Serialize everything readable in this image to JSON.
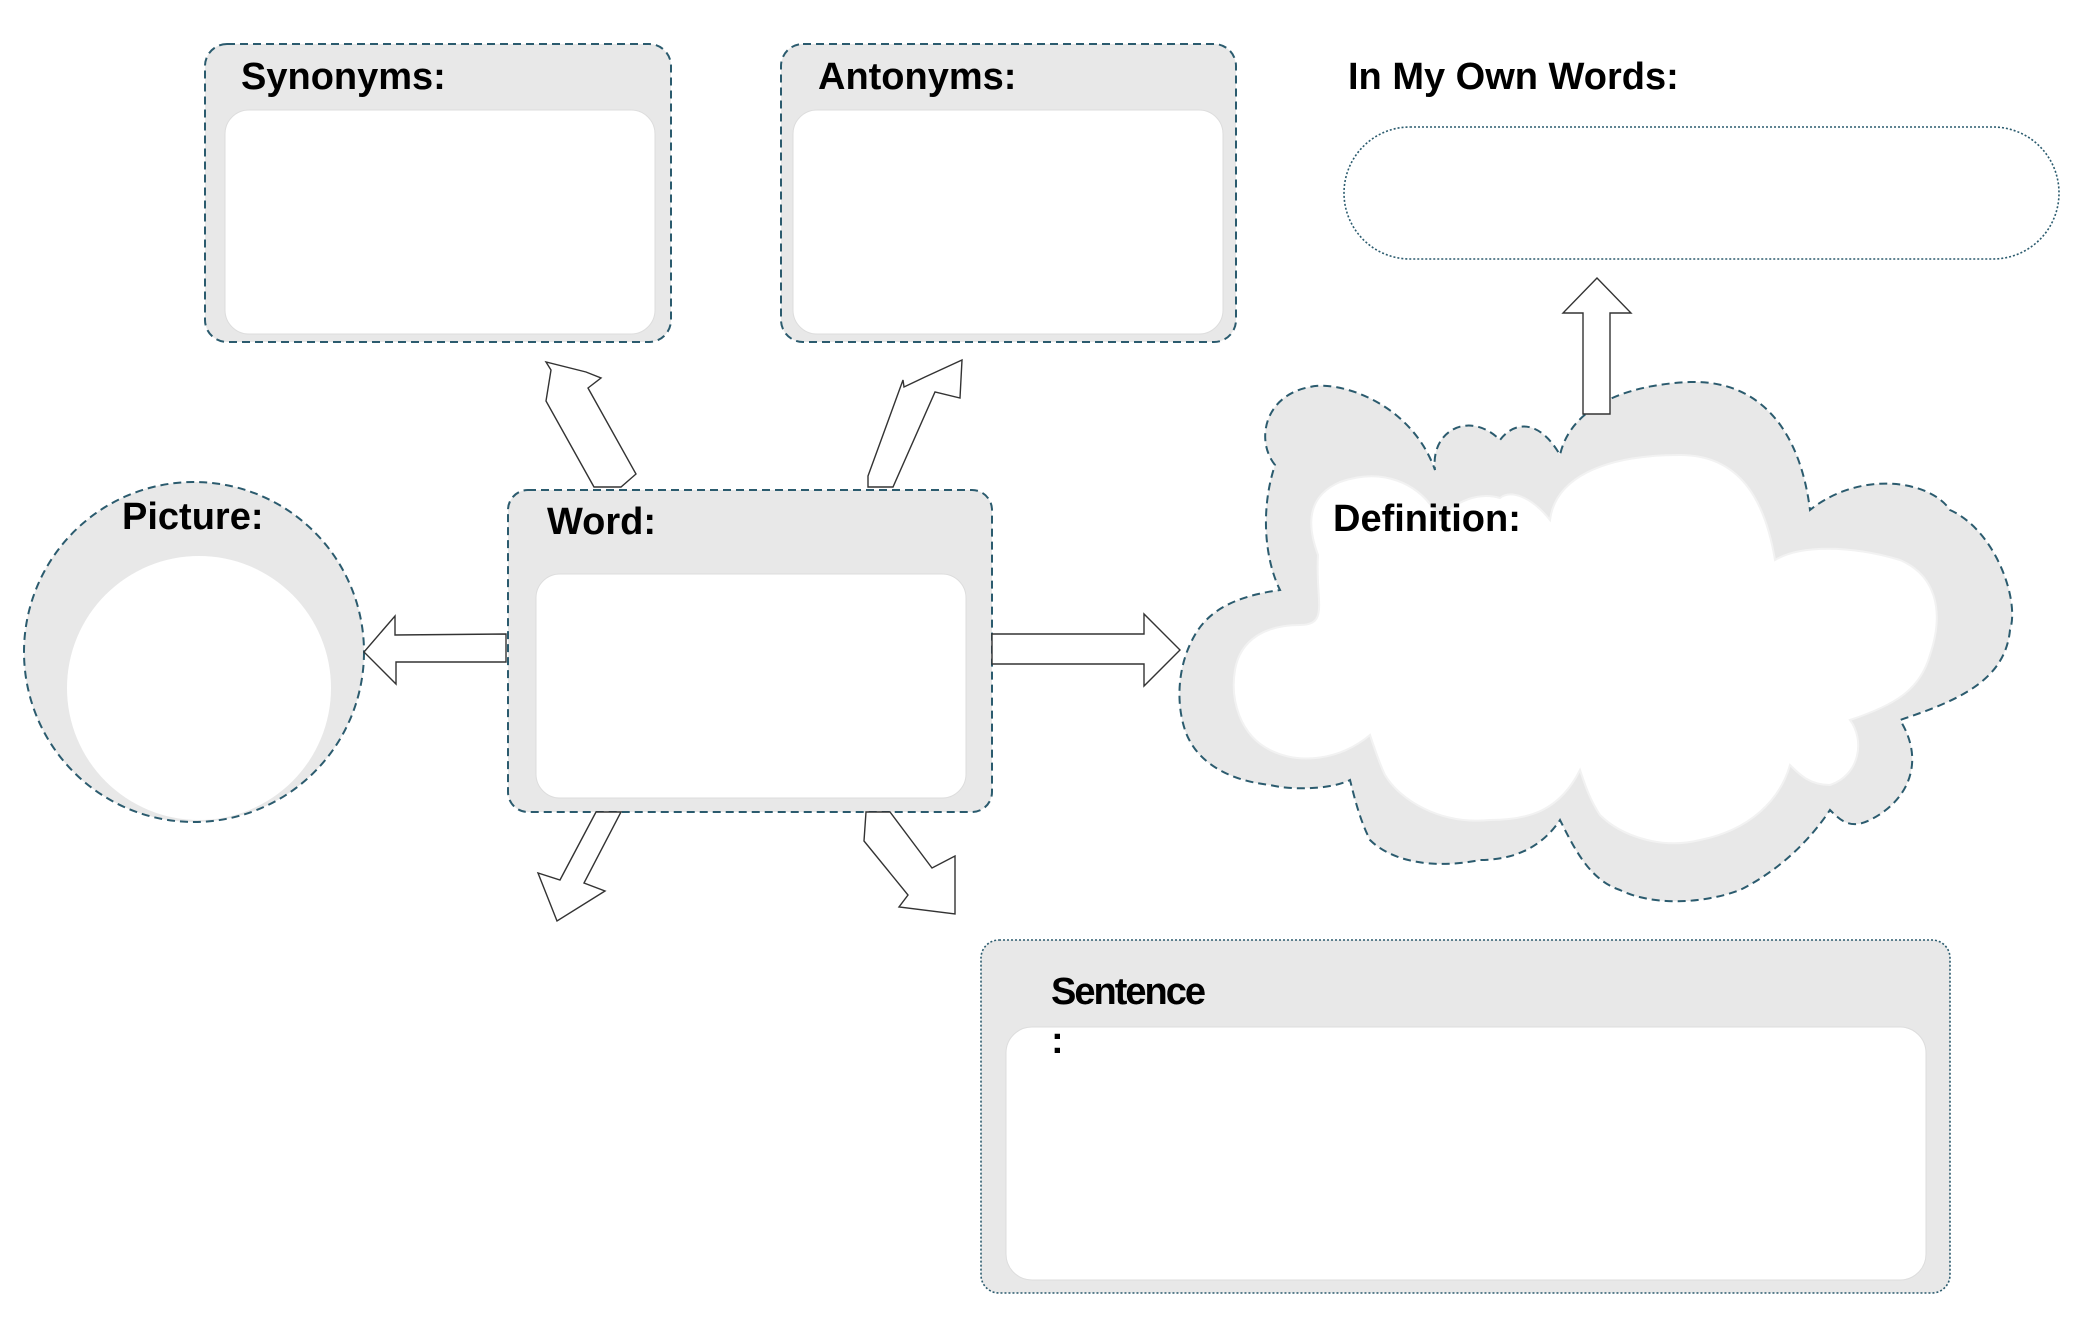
{
  "labels": {
    "synonyms": "Synonyms:",
    "antonyms": "Antonyms:",
    "own_words": "In My Own Words:",
    "picture": "Picture:",
    "word": "Word:",
    "definition": "Definition:",
    "sentence": "Sentence",
    "sentence_colon": ":"
  },
  "colors": {
    "panel_fill": "#e8e8e8",
    "inner_fill": "#ffffff",
    "dashed_border": "#2b5b6e",
    "arrow_stroke": "#333333",
    "text": "#000000"
  }
}
